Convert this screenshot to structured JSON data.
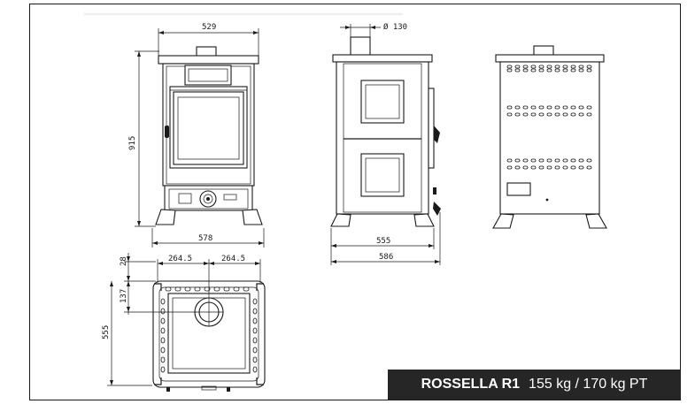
{
  "dimensions": {
    "front_width_top": "529",
    "front_height": "915",
    "front_base_width": "578",
    "flue_diameter": "Ø 130",
    "side_depth_inner": "555",
    "side_depth_outer": "586",
    "plan_offset_top": "28",
    "plan_half_left": "264.5",
    "plan_half_right": "264.5",
    "plan_flue_offset": "137",
    "plan_depth": "555"
  },
  "title": {
    "model": "ROSSELLA R1",
    "weights": "155 kg / 170 kg PT"
  },
  "colors": {
    "line": "#1a1a1a",
    "title_bg": "#262626",
    "title_text": "#ffffff"
  }
}
